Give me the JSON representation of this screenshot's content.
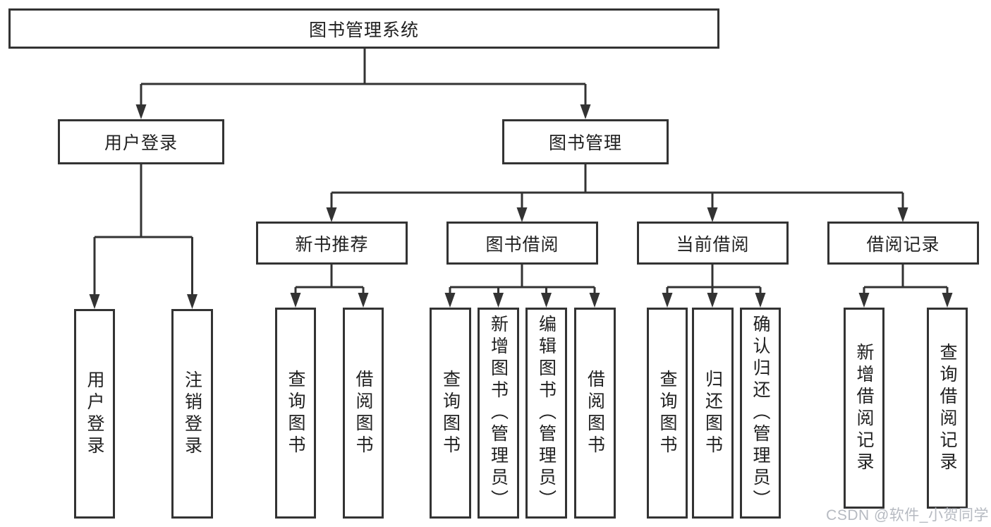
{
  "page": {
    "background": "#ffffff"
  },
  "watermark": {
    "text": "CSDN @软件_小贺同学",
    "color": "#b6bac1"
  },
  "diagram": {
    "type": "tree",
    "line_color": "#333333",
    "box_border_color": "#333333",
    "box_fill": "#ffffff",
    "text_color": "#212121",
    "root": {
      "label": "图书管理系统"
    },
    "branches": [
      {
        "label": "用户登录",
        "children": [
          {
            "label": "用户登录"
          },
          {
            "label": "注销登录"
          }
        ]
      },
      {
        "label": "图书管理",
        "children": [
          {
            "label": "新书推荐",
            "children": [
              {
                "label": "查询图书"
              },
              {
                "label": "借阅图书"
              }
            ]
          },
          {
            "label": "图书借阅",
            "children": [
              {
                "label": "查询图书"
              },
              {
                "label": "新增图书（管理员）"
              },
              {
                "label": "编辑图书（管理员）"
              },
              {
                "label": "借阅图书"
              }
            ]
          },
          {
            "label": "当前借阅",
            "children": [
              {
                "label": "查询图书"
              },
              {
                "label": "归还图书"
              },
              {
                "label": "确认归还（管理员）"
              }
            ]
          },
          {
            "label": "借阅记录",
            "children": [
              {
                "label": "新增借阅记录"
              },
              {
                "label": "查询借阅记录"
              }
            ]
          }
        ]
      }
    ]
  }
}
